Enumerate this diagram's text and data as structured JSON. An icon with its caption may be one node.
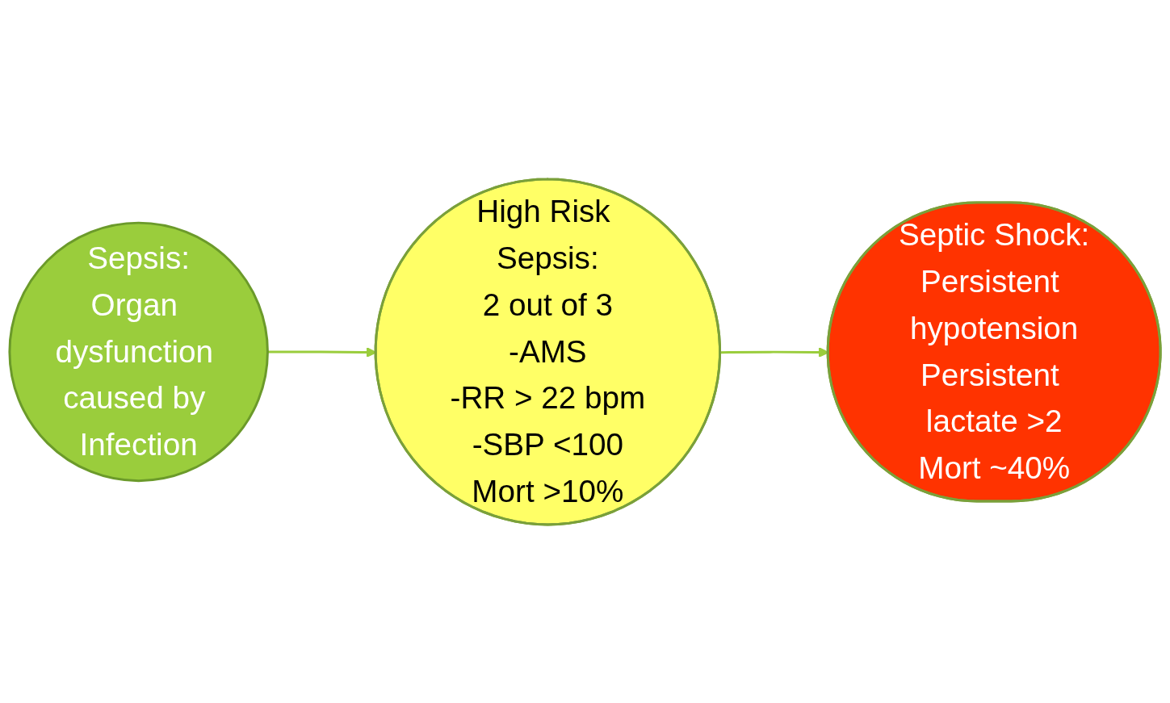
{
  "diagram": {
    "nodes": [
      {
        "text": [
          "Sepsis:",
          "Organ dysfunction caused by Infection"
        ]
      },
      {
        "text": [
          "High Risk Sepsis:",
          "2 out of 3",
          "-AMS",
          "-RR > 22 bpm",
          "-SBP <100",
          "Mort >10%"
        ]
      },
      {
        "text": [
          "Septic Shock:",
          "Persistent hypotension",
          "Persistent lactate >2",
          "Mort ~40%"
        ]
      }
    ],
    "edges": [
      {
        "from": 0,
        "to": 1,
        "arrow": "to"
      },
      {
        "from": 1,
        "to": 2,
        "arrow": "to"
      }
    ]
  }
}
